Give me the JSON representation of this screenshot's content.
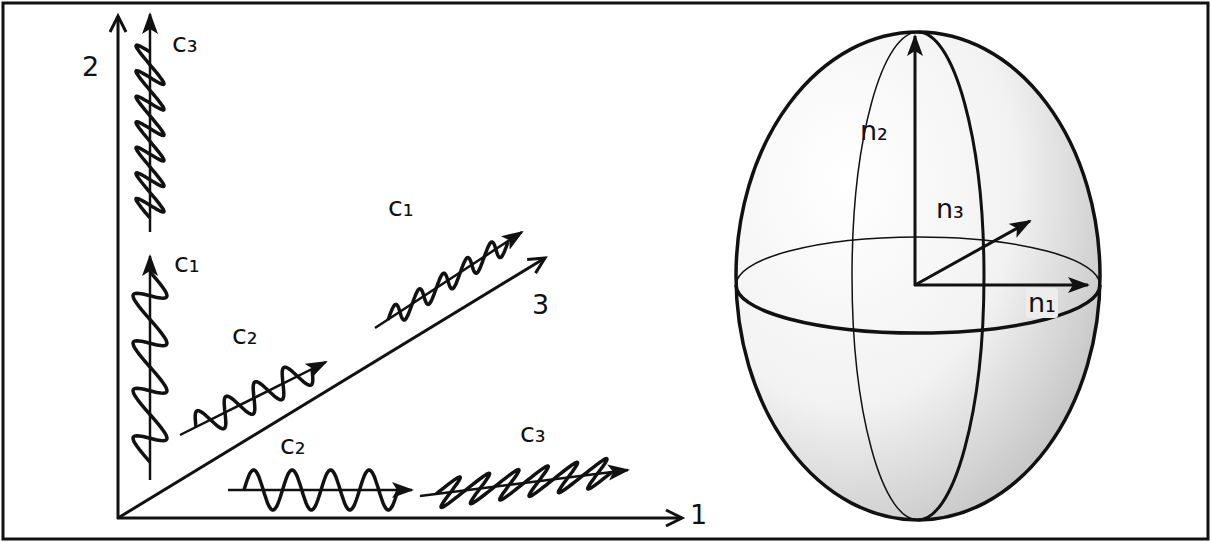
{
  "diagram": {
    "labels": [
      "2",
      "c₃",
      "c₁",
      "c₁",
      "c₂",
      "3",
      "c₂",
      "c₃",
      "1",
      "n₂",
      "n₃",
      "n₁"
    ]
  }
}
